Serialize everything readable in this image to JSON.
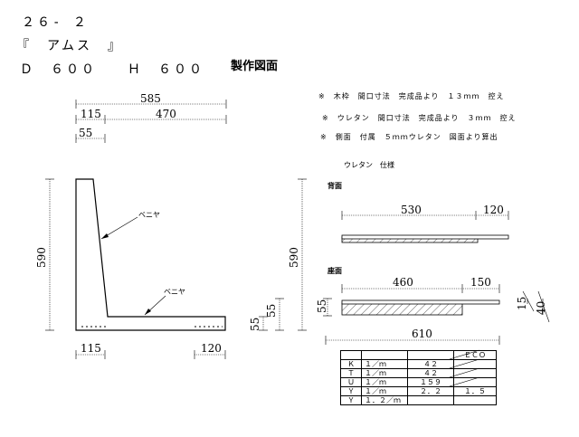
{
  "header": {
    "line1": "２６- ２",
    "line2": "『　アムス　』",
    "line3": "Ｄ　６００　　Ｈ　６００"
  },
  "title": "製作図面",
  "notes": [
    "※　木枠　間口寸法　完成品より　１３ｍｍ　控え",
    "※　ウレタン　間口寸法　完成品より　３ｍｍ　控え",
    "※　側面　付属　５ｍｍウレタン　図面より算出"
  ],
  "side_view": {
    "dims": {
      "total_width": "585",
      "back_offset": "115",
      "seat_span": "470",
      "top_thickness": "55",
      "height": "590",
      "bottom_back": "115",
      "bottom_front": "120",
      "seat_thickness": "55",
      "seat_thickness_2": "55"
    },
    "labels": {
      "veneer_back": "ベニヤ",
      "veneer_seat": "ベニヤ"
    }
  },
  "urethane": {
    "title": "ウレタン　仕様",
    "back": {
      "label": "背面",
      "dim_a": "530",
      "dim_b": "120",
      "height": "590"
    },
    "seat": {
      "label": "座面",
      "dim_a": "460",
      "dim_b": "150",
      "thickness": "55",
      "dim_15": "15",
      "dim_40": "40",
      "total": "610"
    }
  },
  "spec_table": {
    "header": [
      "",
      "",
      "",
      "ＥＣＯ"
    ],
    "rows": [
      [
        "Ｋ",
        "１／ｍ",
        "４２",
        ""
      ],
      [
        "Ｔ",
        "１／ｍ",
        "４２",
        ""
      ],
      [
        "Ｕ",
        "１／ｍ",
        "１５９",
        ""
      ],
      [
        "Ｙ",
        "１／ｍ",
        "２．２",
        "１．５"
      ],
      [
        "Ｙ",
        "１．２／ｍ",
        "",
        ""
      ]
    ]
  }
}
